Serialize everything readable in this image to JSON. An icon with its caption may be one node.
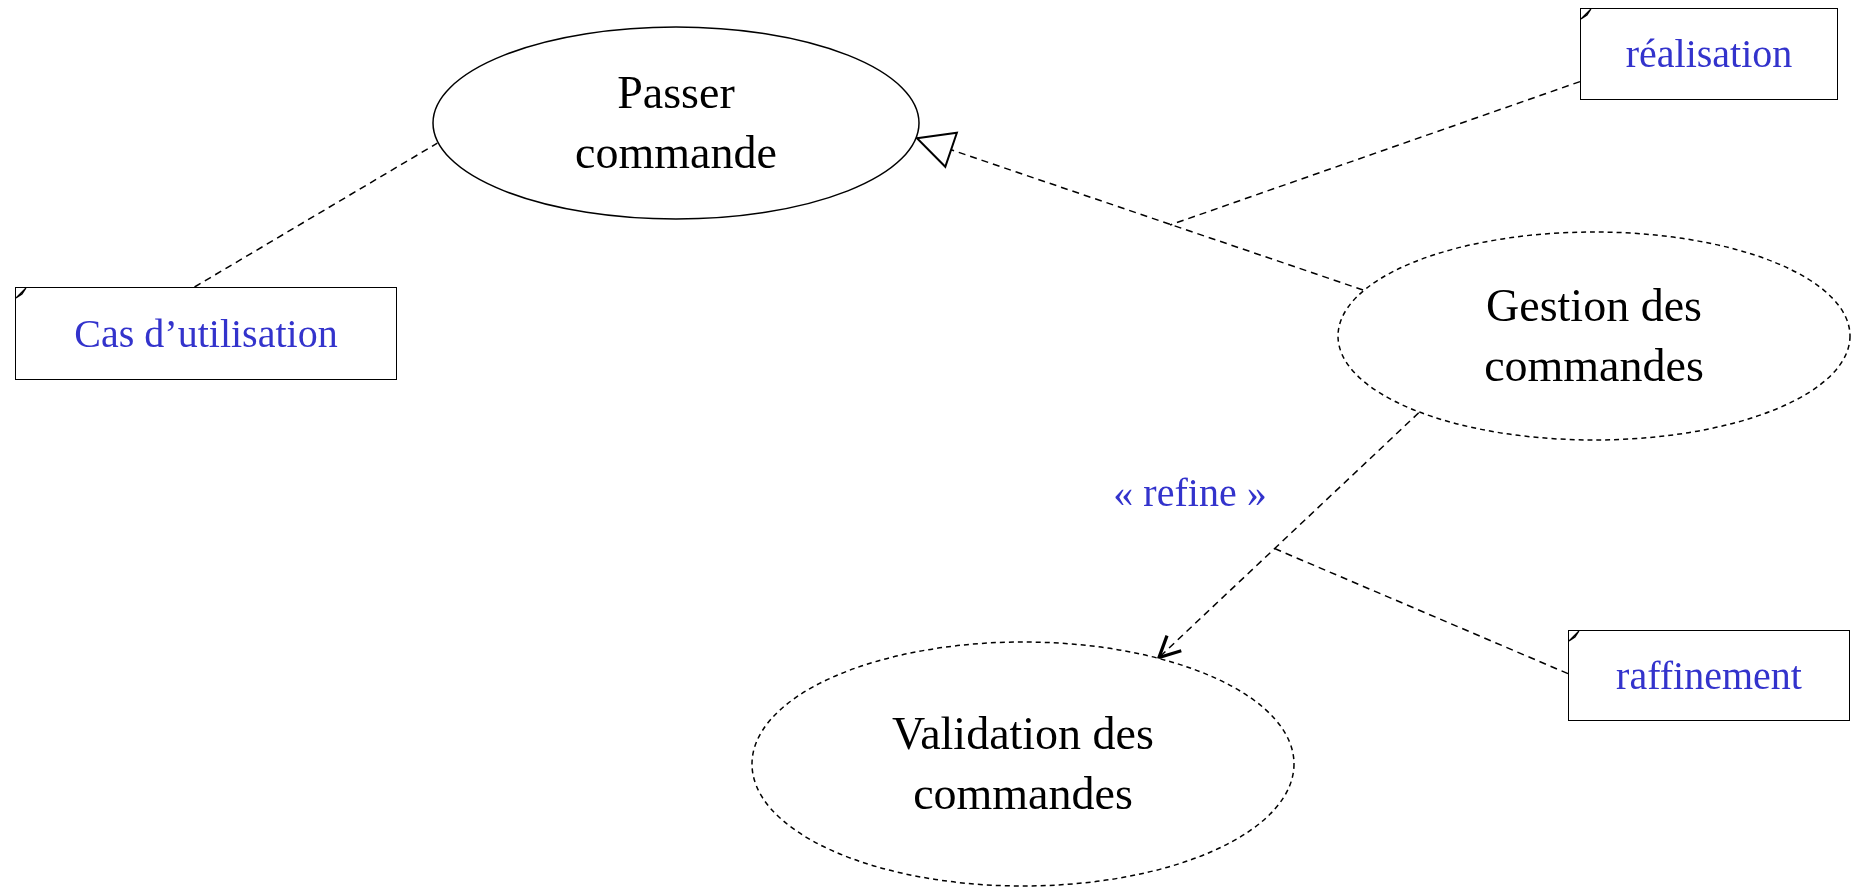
{
  "diagram": {
    "nodes": [
      {
        "text": [
          "Passer commande"
        ]
      },
      {
        "text": [
          "Gestion des commandes"
        ]
      },
      {
        "text": [
          "Validation des commandes"
        ]
      },
      {
        "text": [
          "Cas d’utilisation"
        ]
      },
      {
        "text": [
          "réalisation"
        ]
      },
      {
        "text": [
          "raffinement"
        ]
      }
    ],
    "edges": [
      {
        "from": 1,
        "to": 0,
        "arrow": "to",
        "style": "dashed"
      },
      {
        "from": 1,
        "to": 2,
        "arrow": "to",
        "style": "dashed",
        "label": "« refine »"
      },
      {
        "from": 3,
        "to": 0,
        "arrow": "none",
        "style": "dashed"
      },
      {
        "from": 4,
        "to": null,
        "arrow": "none",
        "style": "dashed"
      },
      {
        "from": 5,
        "to": null,
        "arrow": "none",
        "style": "dashed"
      }
    ]
  }
}
